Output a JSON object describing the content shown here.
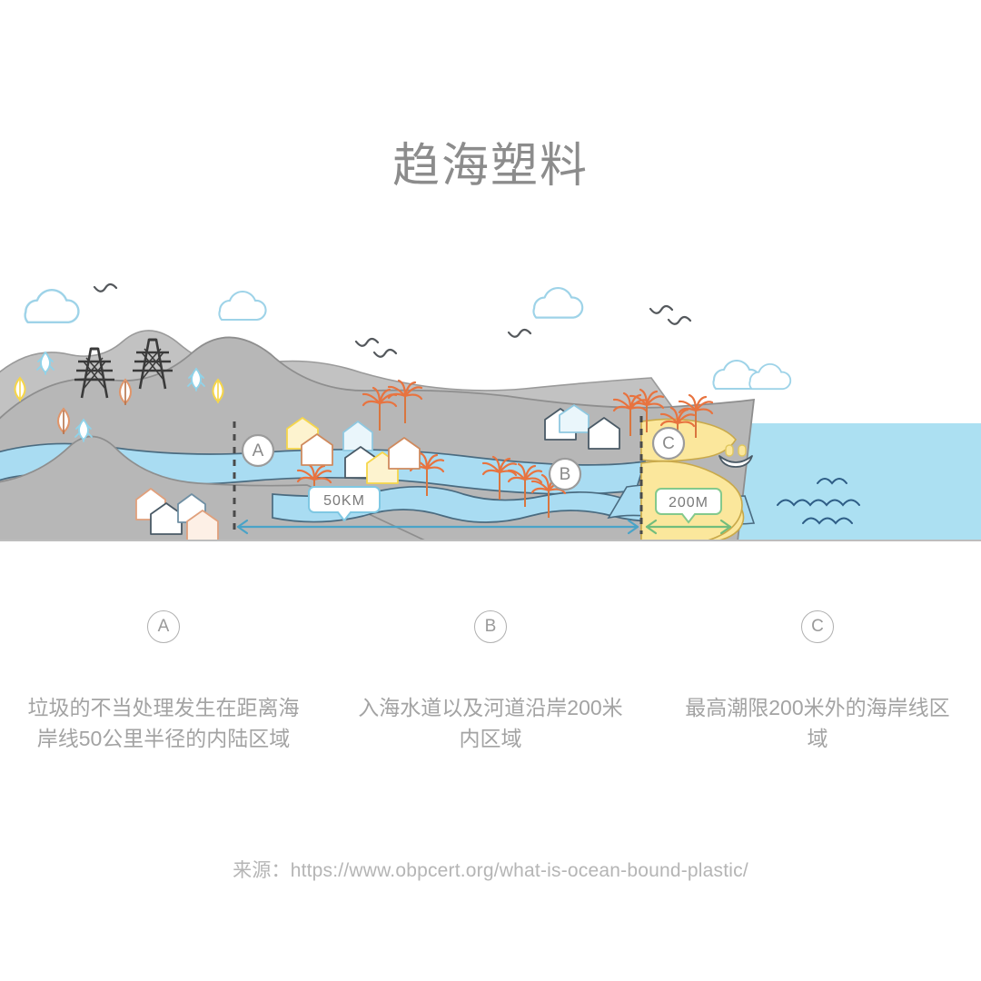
{
  "page": {
    "title": "趋海塑料",
    "background_color": "#ffffff",
    "title_color": "#8c8c8c"
  },
  "illustration": {
    "markers": [
      {
        "id": "A",
        "label": "A"
      },
      {
        "id": "B",
        "label": "B"
      },
      {
        "id": "C",
        "label": "C"
      }
    ],
    "callouts": [
      {
        "id": "distance-50km",
        "label": "50KM",
        "border_color": "#7fc8e3",
        "text_color": "#7a7a7a"
      },
      {
        "id": "distance-200m",
        "label": "200M",
        "border_color": "#84c98c",
        "text_color": "#7a7a7a"
      }
    ],
    "colors": {
      "land": "#b7b7b7",
      "land_far": "#c2c2c2",
      "water_river": "#a9dcf2",
      "ocean": "#ace0f2",
      "beach": "#fbe79c",
      "outline": "#4a5a66",
      "arrow_blue": "#4aa3c7",
      "arrow_green": "#72bd7c",
      "cloud": "#9ed3e8",
      "bird": "#54585c",
      "palm": "#e8733f",
      "tree_yellow": "#f6d64a",
      "tree_orange": "#e08a5a",
      "tree_blue": "#8fd3ea",
      "pylon": "#3a3a3a"
    }
  },
  "legend": {
    "items": [
      {
        "badge": "A",
        "text": "垃圾的不当处理发生在距离海岸线50公里半径的内陆区域"
      },
      {
        "badge": "B",
        "text": "入海水道以及河道沿岸200米内区域"
      },
      {
        "badge": "C",
        "text": "最高潮限200米外的海岸线区域"
      }
    ]
  },
  "footer": {
    "source": "来源：https://www.obpcert.org/what-is-ocean-bound-plastic/"
  }
}
